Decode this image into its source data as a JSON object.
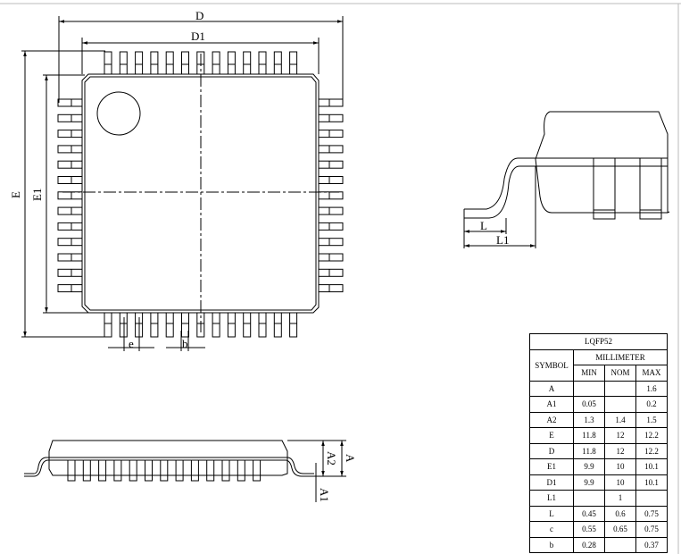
{
  "top_view": {
    "dim_D": "D",
    "dim_D1": "D1",
    "dim_E": "E",
    "dim_E1": "E1",
    "dim_e": "e",
    "dim_b": "b",
    "pins_per_side": 13
  },
  "side_view": {
    "dim_A": "A",
    "dim_A1": "A1",
    "dim_A2": "A2"
  },
  "detail_view": {
    "dim_L": "L",
    "dim_L1": "L1"
  },
  "table": {
    "title": "LQFP52",
    "symbol_header": "SYMBOL",
    "unit_header": "MILLIMETER",
    "col_headers": [
      "MIN",
      "NOM",
      "MAX"
    ],
    "rows": [
      {
        "symbol": "A",
        "min": "",
        "nom": "",
        "max": "1.6"
      },
      {
        "symbol": "A1",
        "min": "0.05",
        "nom": "",
        "max": "0.2"
      },
      {
        "symbol": "A2",
        "min": "1.3",
        "nom": "1.4",
        "max": "1.5"
      },
      {
        "symbol": "E",
        "min": "11.8",
        "nom": "12",
        "max": "12.2"
      },
      {
        "symbol": "D",
        "min": "11.8",
        "nom": "12",
        "max": "12.2"
      },
      {
        "symbol": "E1",
        "min": "9.9",
        "nom": "10",
        "max": "10.1"
      },
      {
        "symbol": "D1",
        "min": "9.9",
        "nom": "10",
        "max": "10.1"
      },
      {
        "symbol": "L1",
        "min": "",
        "nom": "1",
        "max": ""
      },
      {
        "symbol": "L",
        "min": "0.45",
        "nom": "0.6",
        "max": "0.75"
      },
      {
        "symbol": "c",
        "min": "0.55",
        "nom": "0.65",
        "max": "0.75"
      },
      {
        "symbol": "b",
        "min": "0.28",
        "nom": "",
        "max": "0.37"
      }
    ]
  }
}
